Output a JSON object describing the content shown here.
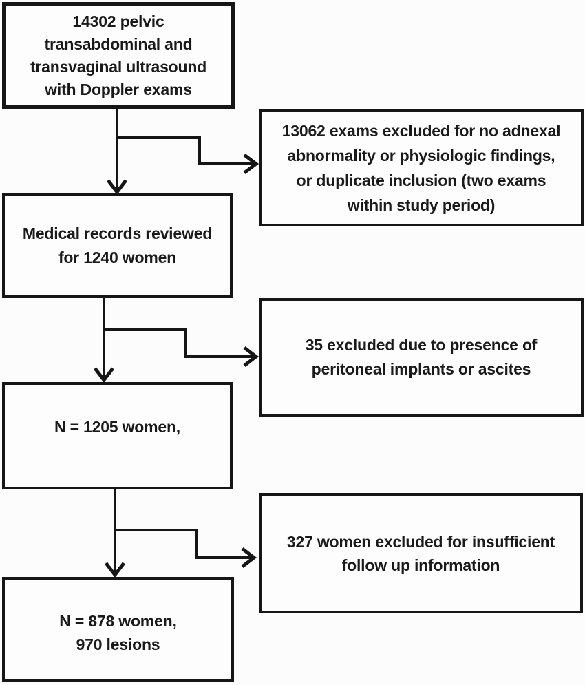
{
  "diagram": {
    "type": "flowchart",
    "background_color": "#fcfcfc",
    "line_color": "#161616",
    "text_color": "#1a1a1a",
    "nodes": {
      "exams": {
        "text": "14302 pelvic\ntransabdominal and\ntransvaginal ultrasound\nwith Doppler exams"
      },
      "excluded_exams": {
        "text": "13062 exams excluded for no adnexal\nabnormality or physiologic findings,\nor duplicate inclusion (two exams\nwithin study period)"
      },
      "records_reviewed": {
        "text": "Medical records reviewed\nfor 1240 women"
      },
      "excluded_implants": {
        "text": "35 excluded due to presence of\nperitoneal implants or ascites"
      },
      "women_1205": {
        "text": "N = 1205 women,"
      },
      "excluded_followup": {
        "text": "327 women excluded for insufficient\nfollow up information"
      },
      "women_878": {
        "text": "N = 878 women,\n970 lesions"
      }
    },
    "edges": [
      {
        "from": "exams",
        "to": "records_reviewed"
      },
      {
        "from": "exams",
        "to": "excluded_exams"
      },
      {
        "from": "records_reviewed",
        "to": "women_1205"
      },
      {
        "from": "records_reviewed",
        "to": "excluded_implants"
      },
      {
        "from": "women_1205",
        "to": "women_878"
      },
      {
        "from": "women_1205",
        "to": "excluded_followup"
      }
    ]
  }
}
